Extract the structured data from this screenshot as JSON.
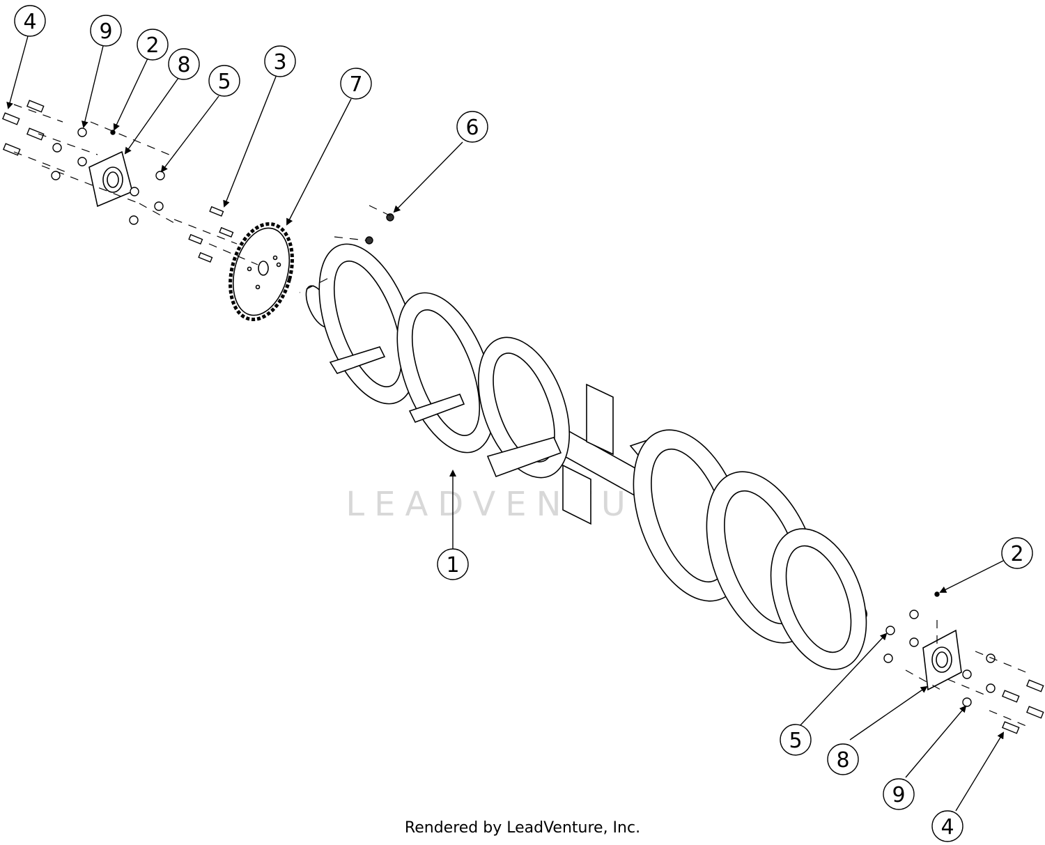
{
  "diagram": {
    "watermark": "LEADVENTURE",
    "footer": "Rendered by LeadVenture, Inc.",
    "callouts": [
      {
        "id": "c-4-left",
        "label": "4"
      },
      {
        "id": "c-9-left",
        "label": "9"
      },
      {
        "id": "c-2-left",
        "label": "2"
      },
      {
        "id": "c-8-left",
        "label": "8"
      },
      {
        "id": "c-5-left",
        "label": "5"
      },
      {
        "id": "c-3",
        "label": "3"
      },
      {
        "id": "c-7",
        "label": "7"
      },
      {
        "id": "c-6",
        "label": "6"
      },
      {
        "id": "c-1",
        "label": "1"
      },
      {
        "id": "c-2-right",
        "label": "2"
      },
      {
        "id": "c-5-right",
        "label": "5"
      },
      {
        "id": "c-8-right",
        "label": "8"
      },
      {
        "id": "c-9-right",
        "label": "9"
      },
      {
        "id": "c-4-right",
        "label": "4"
      }
    ]
  }
}
